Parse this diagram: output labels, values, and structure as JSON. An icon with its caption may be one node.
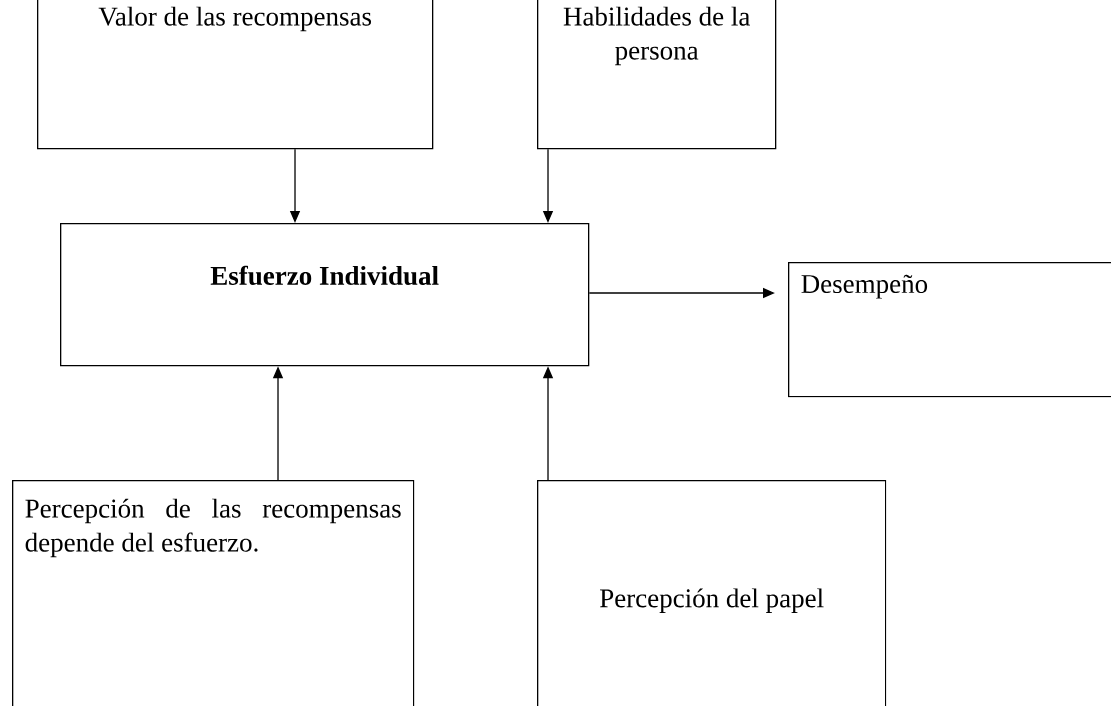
{
  "diagram": {
    "nodes": [
      {
        "text": [
          "Valor de las recompensas"
        ]
      },
      {
        "text": [
          "Habilidades de la persona"
        ]
      },
      {
        "text": [
          "Esfuerzo Individual"
        ]
      },
      {
        "text": [
          "Desempeño"
        ]
      },
      {
        "text": [
          "Percepción de las recompensas depende del esfuerzo."
        ]
      },
      {
        "text": [
          "Percepción del papel"
        ]
      }
    ],
    "edges": [
      {
        "from": 0,
        "to": 2,
        "arrow": "to"
      },
      {
        "from": 1,
        "to": 2,
        "arrow": "to"
      },
      {
        "from": 2,
        "to": 3,
        "arrow": "to"
      },
      {
        "from": 4,
        "to": 2,
        "arrow": "to"
      },
      {
        "from": 5,
        "to": 2,
        "arrow": "to"
      }
    ]
  }
}
